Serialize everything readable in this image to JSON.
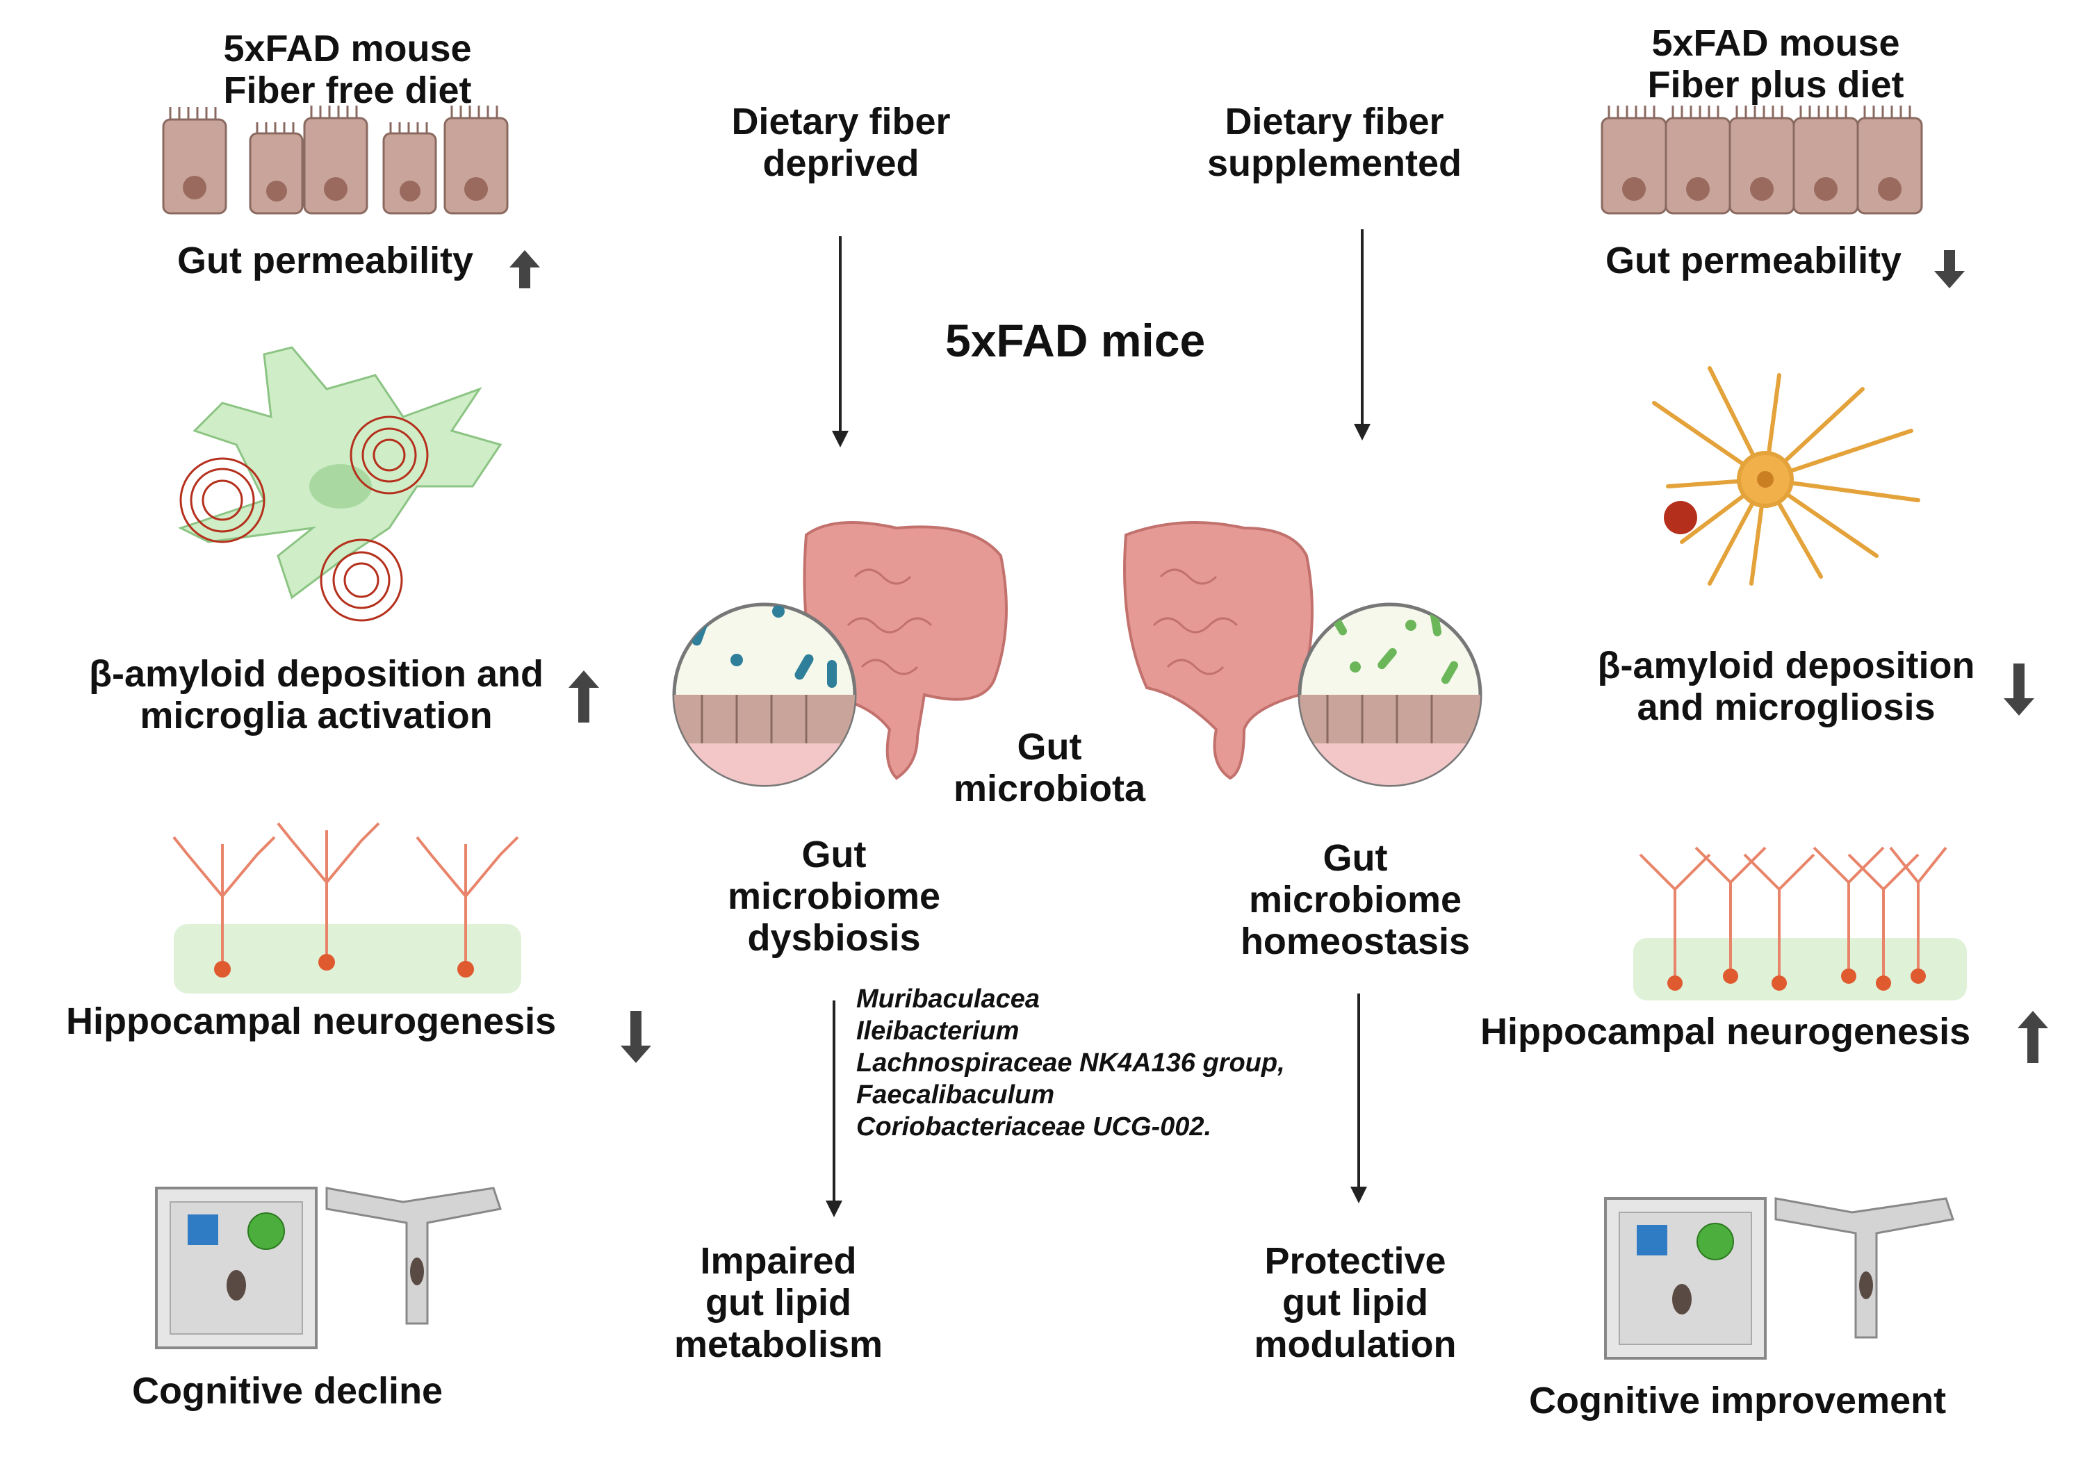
{
  "title": "5xFAD mice",
  "left": {
    "model": [
      "5xFAD mouse",
      "Fiber free diet"
    ],
    "permeability": "Gut permeability",
    "amyloid": [
      "β-amyloid deposition and",
      "microglia activation"
    ],
    "neurogenesis": "Hippocampal neurogenesis",
    "cognition": "Cognitive decline"
  },
  "right": {
    "model": [
      "5xFAD mouse",
      "Fiber plus diet"
    ],
    "permeability": "Gut permeability",
    "amyloid": [
      "β-amyloid deposition",
      "and microgliosis"
    ],
    "neurogenesis": "Hippocampal neurogenesis",
    "cognition": "Cognitive improvement"
  },
  "center": {
    "deprived": [
      "Dietary fiber",
      "deprived"
    ],
    "supplemented": [
      "Dietary fiber",
      "supplemented"
    ],
    "microbiota": [
      "Gut",
      "microbiota"
    ],
    "dysbiosis": [
      "Gut",
      "microbiome",
      "dysbiosis"
    ],
    "homeostasis": [
      "Gut",
      "microbiome",
      "homeostasis"
    ],
    "taxa": [
      "Muribaculacea",
      "Ileibacterium",
      "Lachnospiraceae NK4A136 group,",
      "Faecalibaculum",
      "Coriobacteriaceae UCG-002."
    ],
    "impaired": [
      "Impaired",
      "gut lipid",
      "metabolism"
    ],
    "protective": [
      "Protective",
      "gut lipid",
      "modulation"
    ]
  },
  "colors": {
    "arrow_dark": "#444444",
    "epithelium": "#c9a49a",
    "microglia": "#cfeec8",
    "amyloid": "#b5301c",
    "astrocyte": "#f2b04a",
    "neuron": "#e8846a",
    "intestine": "#e59a96",
    "bacteria_dysbiosis": "#2f7f9a",
    "bacteria_homeostasis": "#6cb65a",
    "cage_square": "#2f7bc4",
    "cage_circle": "#4cae3c"
  }
}
